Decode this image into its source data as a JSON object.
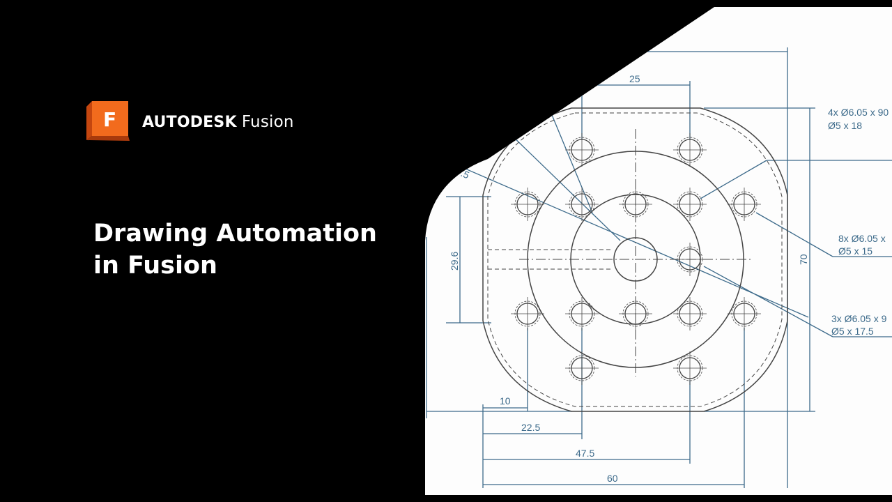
{
  "brand": {
    "company": "AUTODESK",
    "product": "Fusion",
    "logo_letter": "F",
    "accent": "#f26b1d"
  },
  "headline": {
    "line1": "Drawing Automation",
    "line2": "in Fusion"
  },
  "drawing": {
    "dimensions": {
      "top": "25",
      "height": "70",
      "left_vertical": "29.6",
      "partial": ".5",
      "b1": "10",
      "b2": "22.5",
      "b3": "47.5",
      "b4": "60"
    },
    "callouts": [
      {
        "line1": "4x Ø6.05 x 90",
        "line2": "Ø5 x 18"
      },
      {
        "line1": "8x Ø6.05 x",
        "line2": "Ø5 x 15"
      },
      {
        "line1": "3x Ø6.05 x 9",
        "line2": "Ø5 x 17.5"
      }
    ],
    "line_color": "#3c6a8a",
    "part_color": "#444444"
  }
}
